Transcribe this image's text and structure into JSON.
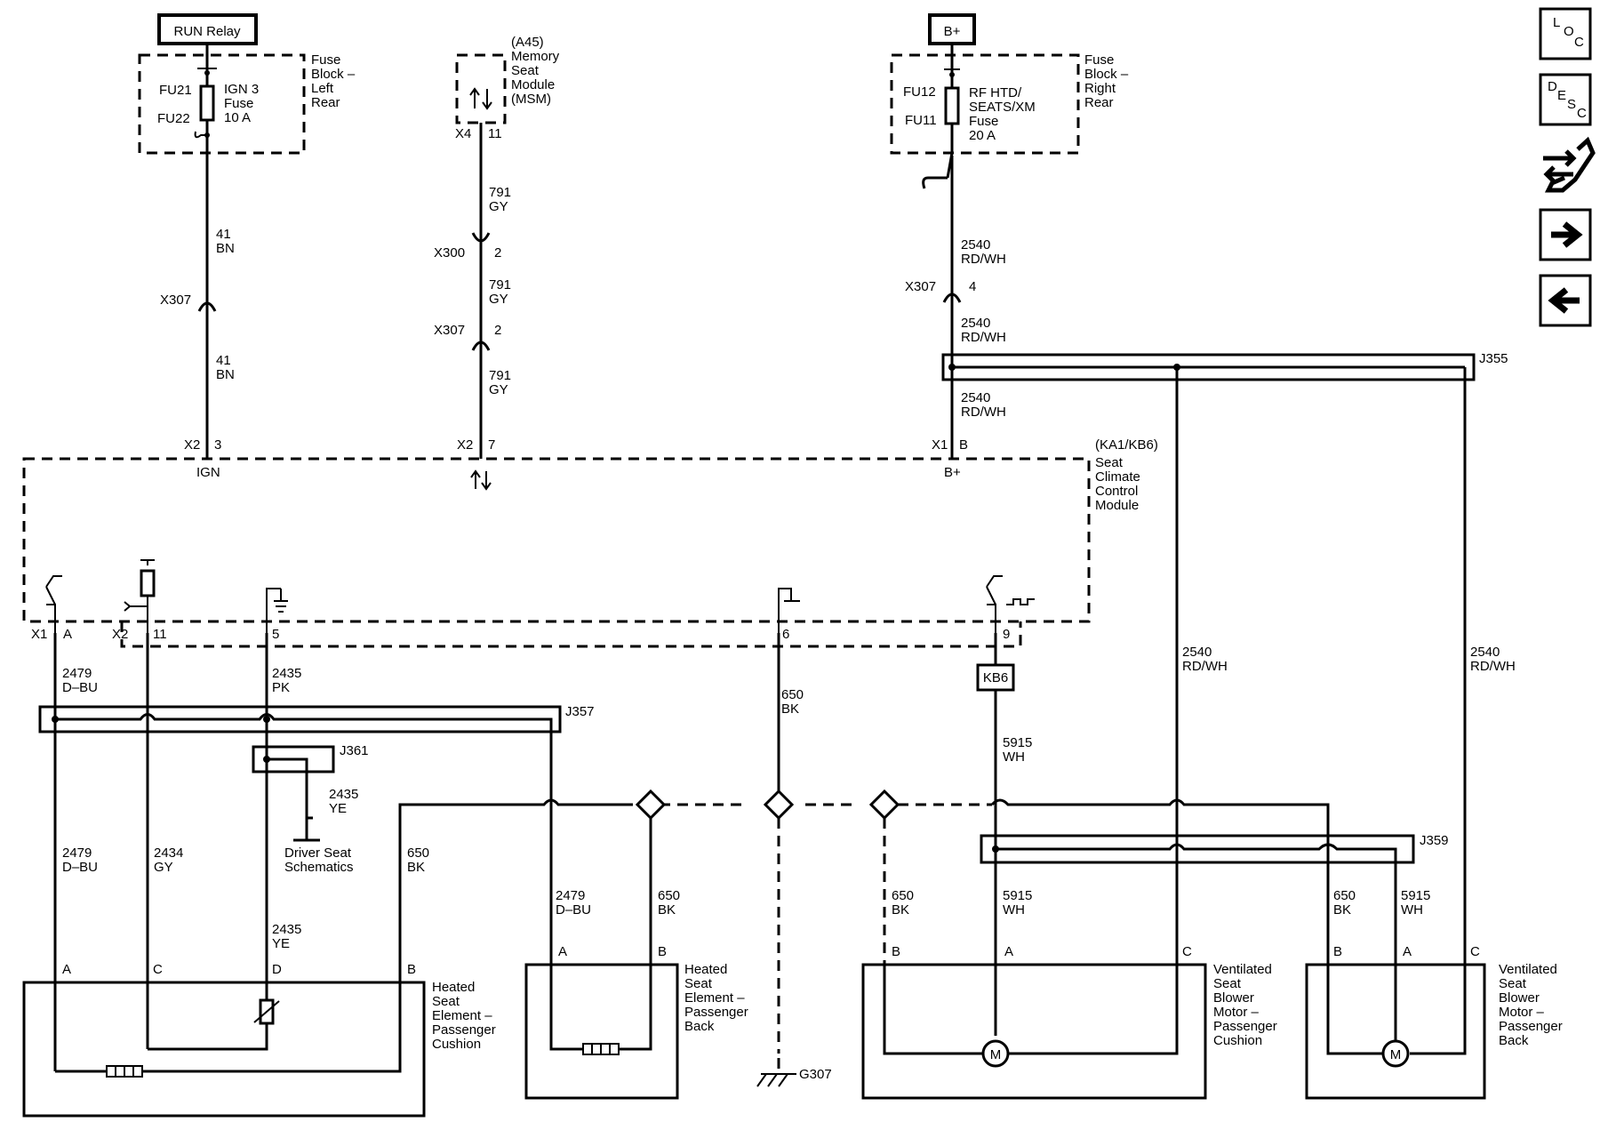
{
  "labels": {
    "run_relay": "RUN Relay",
    "b_plus_top": "B+",
    "fb_left": [
      "Fuse",
      "Block –",
      "Left",
      "Rear"
    ],
    "fb_right": [
      "Fuse",
      "Block –",
      "Right",
      "Rear"
    ],
    "fu21": "FU21",
    "fu22": "FU22",
    "ign3_fuse": [
      "IGN 3",
      "Fuse",
      "10 A"
    ],
    "fu12": "FU12",
    "fu11": "FU11",
    "rf_fuse": [
      "RF HTD/",
      "SEATS/XM",
      "Fuse",
      "20 A"
    ],
    "msm": [
      "(A45)",
      "Memory",
      "Seat",
      "Module",
      "(MSM)"
    ],
    "x4": "X4",
    "pin11_top": "11",
    "w41bn": [
      "41",
      "BN"
    ],
    "w791gy": [
      "791",
      "GY"
    ],
    "w2540": [
      "2540",
      "RD/WH"
    ],
    "x307": "X307",
    "x300": "X300",
    "pin2": "2",
    "pin4": "4",
    "j355": "J355",
    "x2": "X2",
    "x1": "X1",
    "pin3": "3",
    "pin7": "7",
    "pinB": "B",
    "ign": "IGN",
    "b_plus": "B+",
    "sccm": [
      "(KA1/KB6)",
      "Seat",
      "Climate",
      "Control",
      "Module"
    ],
    "pinA": "A",
    "pin11": "11",
    "pin5": "5",
    "pin6": "6",
    "pin9": "9",
    "w2479": [
      "2479",
      "D–BU"
    ],
    "w2435pk": [
      "2435",
      "PK"
    ],
    "w2435ye": [
      "2435",
      "YE"
    ],
    "w2434": [
      "2434",
      "GY"
    ],
    "w650": [
      "650",
      "BK"
    ],
    "w5915": [
      "5915",
      "WH"
    ],
    "kb6": "KB6",
    "j357": "J357",
    "j361": "J361",
    "j359": "J359",
    "driver_seat": [
      "Driver Seat",
      "Schematics"
    ],
    "conn_A": "A",
    "conn_B": "B",
    "conn_C": "C",
    "conn_D": "D",
    "heated_cushion": [
      "Heated",
      "Seat",
      "Element –",
      "Passenger",
      "Cushion"
    ],
    "heated_back": [
      "Heated",
      "Seat",
      "Element –",
      "Passenger",
      "Back"
    ],
    "vent_cushion": [
      "Ventilated",
      "Seat",
      "Blower",
      "Motor –",
      "Passenger",
      "Cushion"
    ],
    "vent_back": [
      "Ventilated",
      "Seat",
      "Blower",
      "Motor –",
      "Passenger",
      "Back"
    ],
    "motor": "M",
    "g307": "G307"
  },
  "nav": {
    "loc": [
      "L",
      "O",
      "C"
    ],
    "desc": [
      "D",
      "E",
      "S",
      "C"
    ],
    "tools_icon": "wrench-arrows-icon",
    "next_icon": "arrow-right-icon",
    "prev_icon": "arrow-left-icon"
  }
}
